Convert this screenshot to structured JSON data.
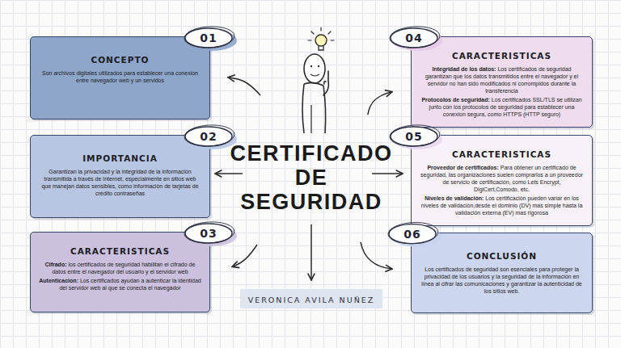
{
  "diagram": {
    "title": "CERTIFICADO DE SEGURIDAD",
    "nodes": [
      {
        "text": [
          "CONCEPTO",
          "Son archivos digitales utilizados para establecer una conexion entre navegador web y un servidos"
        ]
      },
      {
        "text": [
          "IMPORTANCIA",
          "Garantizan la privacidad y la integridad de la información transmitida a través de Internet, especialmente en sitios web que manejan datos sensibles, como información de tarjetas de crédito contraseñas"
        ]
      },
      {
        "text": [
          "CARACTERISTICAS",
          "Cifrado:",
          "los certificados de seguridad habilitan el cifrado de datos entre el navegador del usuario y el servidor web",
          "Autenticacion:",
          "Los certificados ayudan a autenticar la identidad del servidor web al que se conecta el navegador"
        ]
      },
      {
        "text": [
          "CARACTERISTICAS",
          "Integridad de los datos:",
          "Los certificados de seguridad garantizan que los datos transmitidos entre el navegador y el servidor no han sido modificados ni corrompidos durante la transferencia",
          "Protocolos de seguridad:",
          "Los certificados SSL/TLS se utilizan junto con los protocolos de seguridad para establecer una conexion segura, como HTTPS (HTTP seguro)"
        ]
      },
      {
        "text": [
          "CARACTERISTICAS",
          "Proveedor de certificados:",
          "Para obtener un certificado de seguridad, las organizaciones suelen comprarlos a un proveedor de servicio de certificación, como Lets Encrypt, DigiCert,Comodo, etc.",
          "Niveles de validación:",
          "Los certificación pueden variar en los niveles de validación,desde el dominio (DV) mas simple hasta la validación externa (EV) mas rigorosa"
        ]
      },
      {
        "text": [
          "CONCLUSIÓN",
          "Los certificados de seguridad son esenciales para proteger la privacidad de los usuarios y la seguridad de la información en línea al cifrar las comunicaciones y garantizar la autenticidad de los sitios web."
        ]
      },
      {
        "text": [
          "VERONICA AVILA NUÑEZ"
        ]
      }
    ],
    "labels": [
      "01",
      "02",
      "03",
      "04",
      "05",
      "06"
    ]
  }
}
